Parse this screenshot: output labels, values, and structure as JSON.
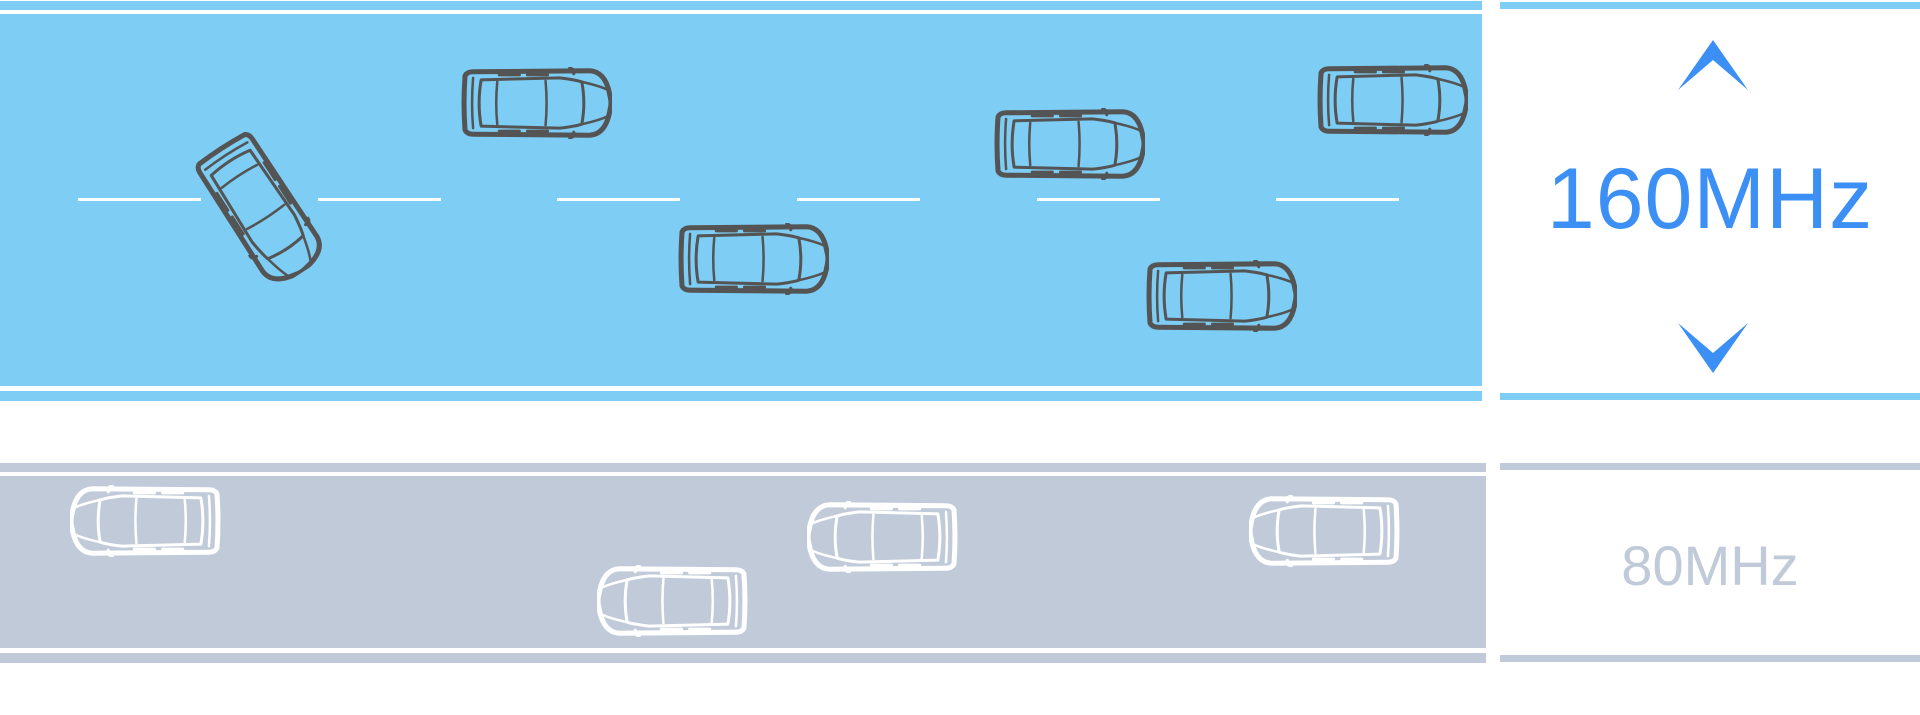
{
  "lanes": [
    {
      "name": "wide-channel",
      "label": "160MHz",
      "color": "#7ecdf4",
      "accent": "#3b8ff5",
      "selected": true,
      "cars": 6
    },
    {
      "name": "narrow-channel",
      "label": "80MHz",
      "color": "#c0cad8",
      "selected": false,
      "cars": 4
    }
  ],
  "icons": {
    "up": "chevron-up-icon",
    "down": "chevron-down-icon",
    "car": "car-icon"
  }
}
